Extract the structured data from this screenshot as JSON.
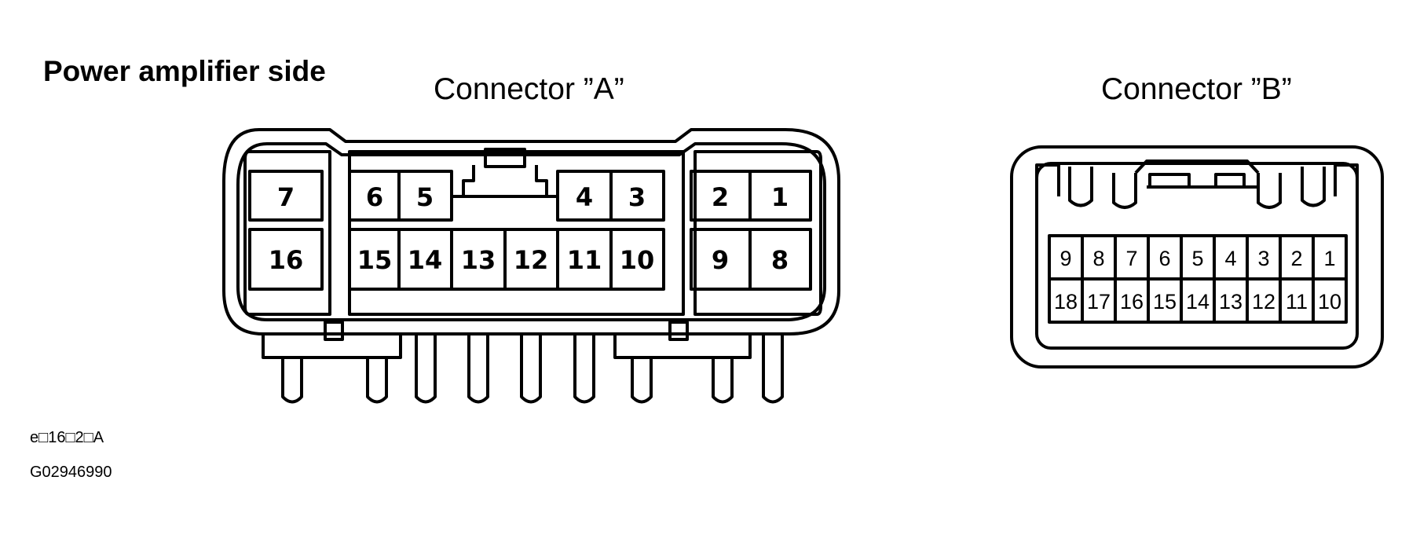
{
  "title": "Power amplifier side",
  "connector_a": {
    "label": "Connector ”A”",
    "top_row": [
      "7",
      "6",
      "5",
      "4",
      "3",
      "2",
      "1"
    ],
    "bottom_row": [
      "16",
      "15",
      "14",
      "13",
      "12",
      "11",
      "10",
      "9",
      "8"
    ]
  },
  "connector_b": {
    "label": "Connector ”B”",
    "top_row": [
      "9",
      "8",
      "7",
      "6",
      "5",
      "4",
      "3",
      "2",
      "1"
    ],
    "bottom_row": [
      "18",
      "17",
      "16",
      "15",
      "14",
      "13",
      "12",
      "11",
      "10"
    ]
  },
  "codes": {
    "line1": "e□16□2□A",
    "line2": "G02946990"
  }
}
